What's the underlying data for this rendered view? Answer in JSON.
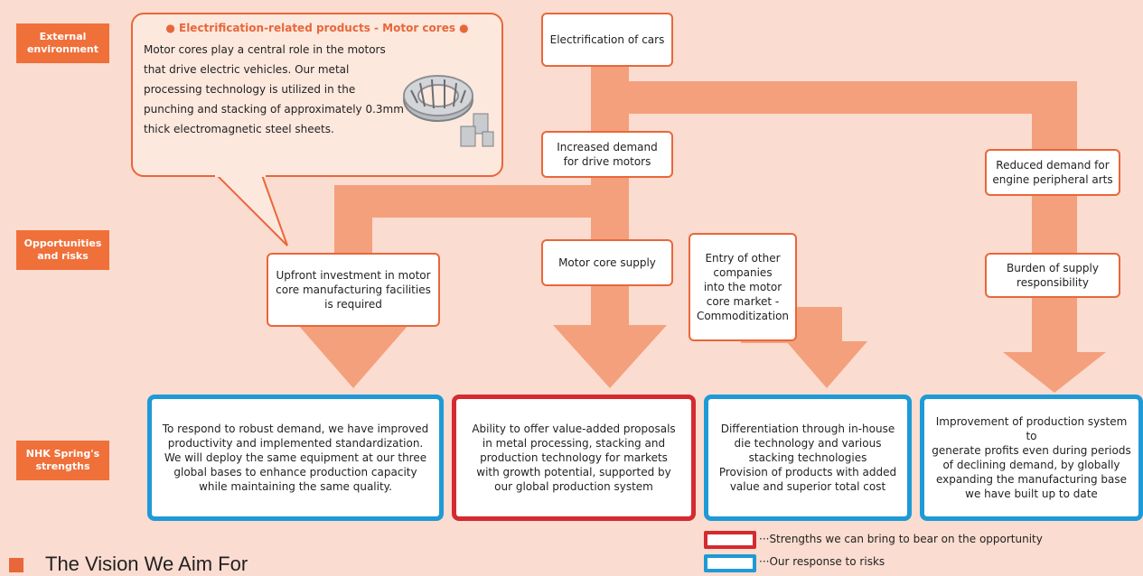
{
  "colors": {
    "background": "#fbdcd0",
    "label": "#f0703a",
    "arrow": "#f4a07c",
    "box_border": "#e8673a",
    "blue": "#1e9ad6",
    "red": "#d42a30"
  },
  "side_labels": {
    "external": "External\nenvironment",
    "opportunities": "Opportunities\nand risks",
    "strengths": "NHK Spring's\nstrengths"
  },
  "callout": {
    "title": "● Electrification-related products - Motor cores ●",
    "body": "Motor cores play a central role in the motors\nthat drive electric vehicles. Our metal\nprocessing technology is utilized in the\npunching and stacking of approximately 0.3mm\nthick electromagnetic steel sheets.",
    "image_icon": "motor-core-image"
  },
  "boxes": {
    "electrification": "Electrification of cars",
    "increased_demand": "Increased demand\nfor drive motors",
    "reduced_demand": "Reduced demand for\nengine peripheral arts",
    "upfront_investment": "Upfront investment in motor\ncore manufacturing facilities\nis required",
    "motor_core_supply": "Motor core supply",
    "entry_of_others": "Entry of other\ncompanies\ninto the motor\ncore market -\nCommoditization",
    "burden_supply": "Burden of supply\nresponsibility"
  },
  "strengths": [
    {
      "text": "To respond to robust demand, we have improved\nproductivity and implemented standardization.\nWe will deploy the same equipment at our three\nglobal bases to enhance production capacity\nwhile maintaining the same quality.",
      "type": "risk"
    },
    {
      "text": "Ability to offer value-added proposals\nin metal processing, stacking and\nproduction technology for markets\nwith growth potential, supported by\nour global production system",
      "type": "opportunity"
    },
    {
      "text": "Differentiation through in-house\ndie technology and various\nstacking technologies\nProvision of products with added\nvalue and superior total cost",
      "type": "risk"
    },
    {
      "text": "Improvement of production system to\ngenerate profits even during periods\nof declining demand, by globally\nexpanding the manufacturing base\nwe have built up to date",
      "type": "risk"
    }
  ],
  "legend": {
    "opportunity": "···Strengths we can bring to bear on the opportunity",
    "risk": "···Our response to risks"
  },
  "section_heading": "The Vision We Aim For"
}
